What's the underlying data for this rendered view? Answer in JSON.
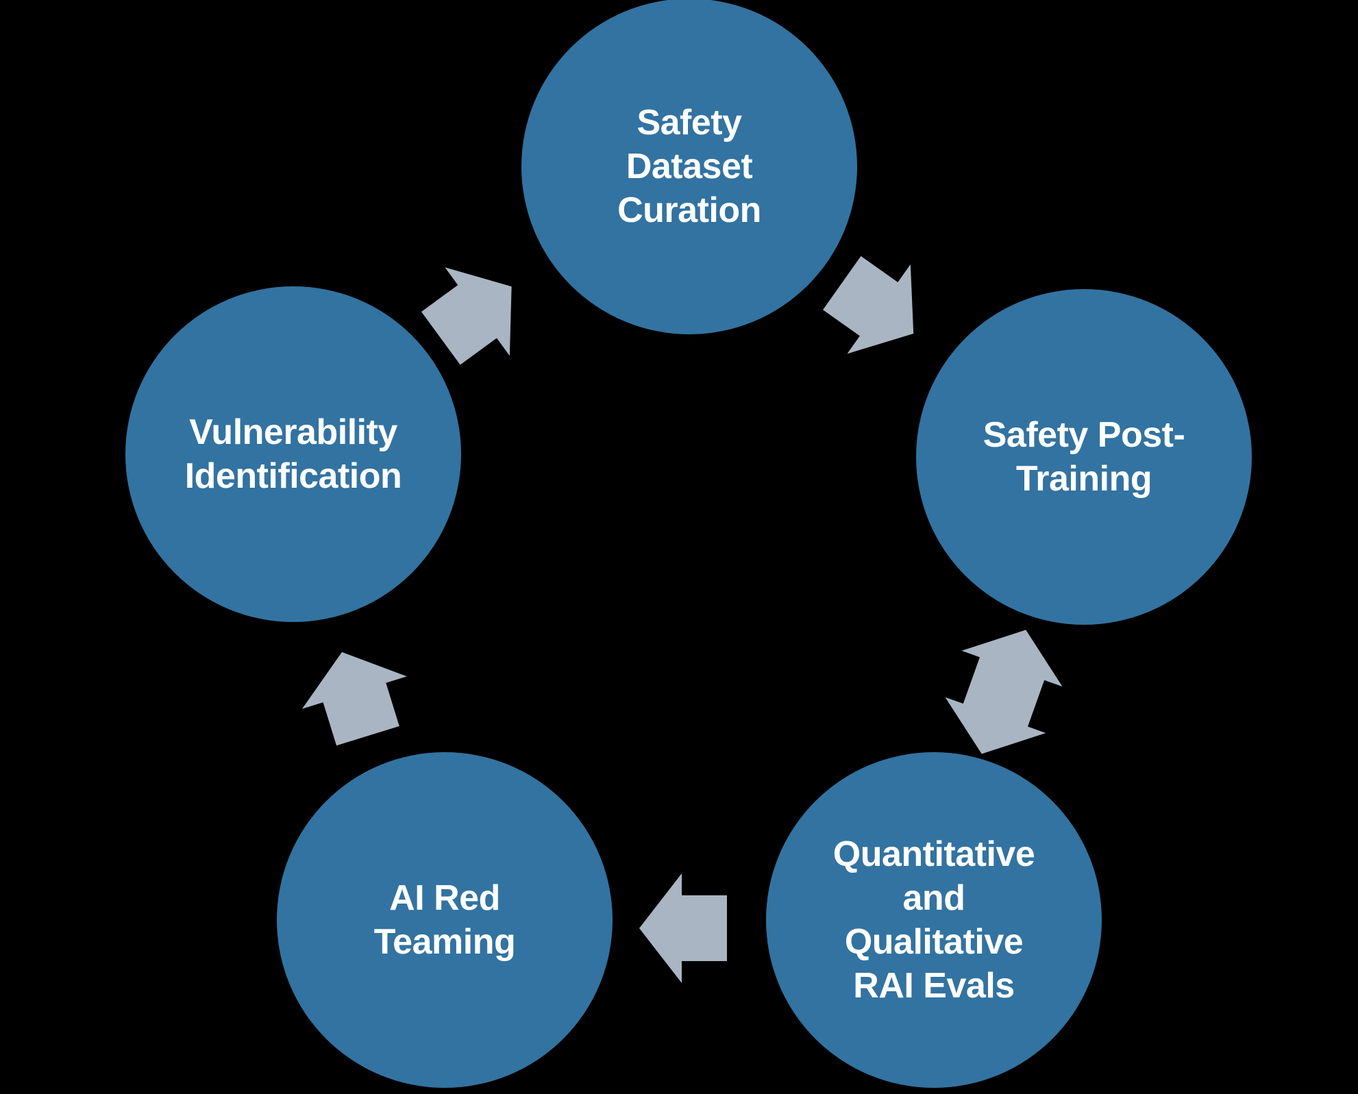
{
  "diagram": {
    "type": "cycle",
    "background_color": "#000000",
    "node_color": "#3273A1",
    "node_text_color": "#FFFFFF",
    "arrow_color": "#A9B5C2",
    "nodes": [
      {
        "id": "safety-dataset-curation",
        "label": "Safety Dataset Curation",
        "lines": [
          "Safety",
          "Dataset",
          "Curation"
        ],
        "position": "top"
      },
      {
        "id": "safety-post-training",
        "label": "Safety Post-Training",
        "lines": [
          "Safety Post-",
          "Training"
        ],
        "position": "right"
      },
      {
        "id": "quantitative-qualitative-rai-evals",
        "label": "Quantitative and Qualitative RAI Evals",
        "lines": [
          "Quantitative",
          "and",
          "Qualitative",
          "RAI Evals"
        ],
        "position": "bottom-right"
      },
      {
        "id": "ai-red-teaming",
        "label": "AI Red Teaming",
        "lines": [
          "AI Red",
          "Teaming"
        ],
        "position": "bottom-left"
      },
      {
        "id": "vulnerability-identification",
        "label": "Vulnerability Identification",
        "lines": [
          "Vulnerability",
          "Identification"
        ],
        "position": "left"
      }
    ],
    "arrows": [
      {
        "from": "vulnerability-identification",
        "to": "safety-dataset-curation",
        "type": "single"
      },
      {
        "from": "safety-dataset-curation",
        "to": "safety-post-training",
        "type": "single"
      },
      {
        "from": "safety-post-training",
        "to": "quantitative-qualitative-rai-evals",
        "type": "double"
      },
      {
        "from": "quantitative-qualitative-rai-evals",
        "to": "ai-red-teaming",
        "type": "single"
      },
      {
        "from": "ai-red-teaming",
        "to": "vulnerability-identification",
        "type": "single"
      }
    ]
  }
}
